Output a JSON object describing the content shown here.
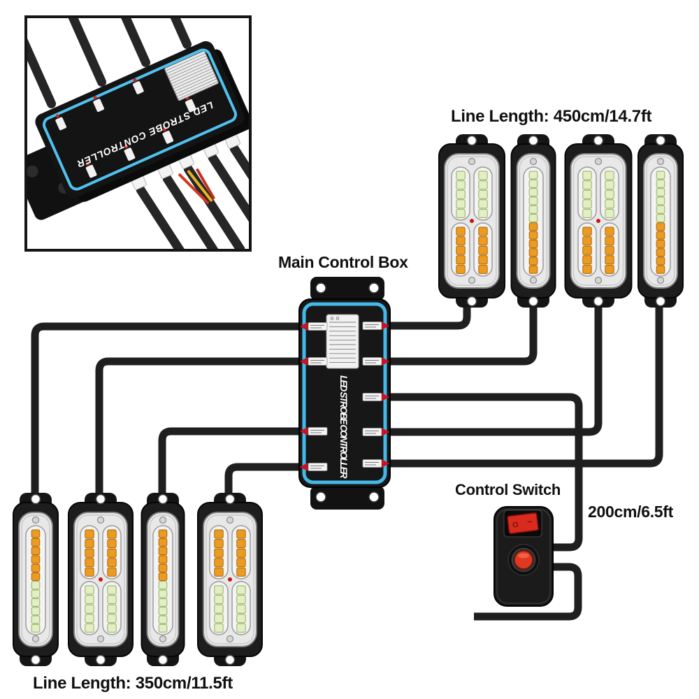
{
  "image_alt": "LED strobe light kit wiring diagram",
  "photo_inset": {
    "device_text": "LED STROBE CONTROLLER"
  },
  "main_control_box": {
    "title": "Main Control Box",
    "device_text": "LED STROBE CONTROLLER",
    "left_port_count": 4,
    "right_port_count": 5,
    "ports_left": [
      "input-1",
      "input-2",
      "input-3",
      "input-4"
    ],
    "ports_right": [
      "output-1",
      "output-2",
      "switch-out",
      "output-3",
      "output-4"
    ]
  },
  "light_groups": [
    {
      "id": "top-right",
      "label": "Line Length: 450cm/14.7ft",
      "module_count": 4,
      "leds_top": "white",
      "leds_bottom": "amber",
      "module_styles": [
        "wide",
        "narrow",
        "wide",
        "narrow"
      ]
    },
    {
      "id": "bottom-left",
      "label": "Line Length: 350cm/11.5ft",
      "module_count": 4,
      "leds_top": "amber",
      "leds_bottom": "white",
      "module_styles": [
        "narrow",
        "wide",
        "narrow",
        "wide"
      ]
    }
  ],
  "control_switch": {
    "label": "Control Switch",
    "cable_length": "200cm/6.5ft",
    "rocker_off_symbol": "O",
    "rocker_on_symbol": "−"
  },
  "colors": {
    "background": "#ffffff",
    "wire": "#1f1f1f",
    "box_body": "#171717",
    "accent_cyan": "#45b8e8",
    "port_arrow_red": "#cf1020",
    "amber_led": "#ec9a20",
    "white_led": "#e2efc4",
    "switch_red": "#d92b1d",
    "button_red": "#df3920"
  }
}
